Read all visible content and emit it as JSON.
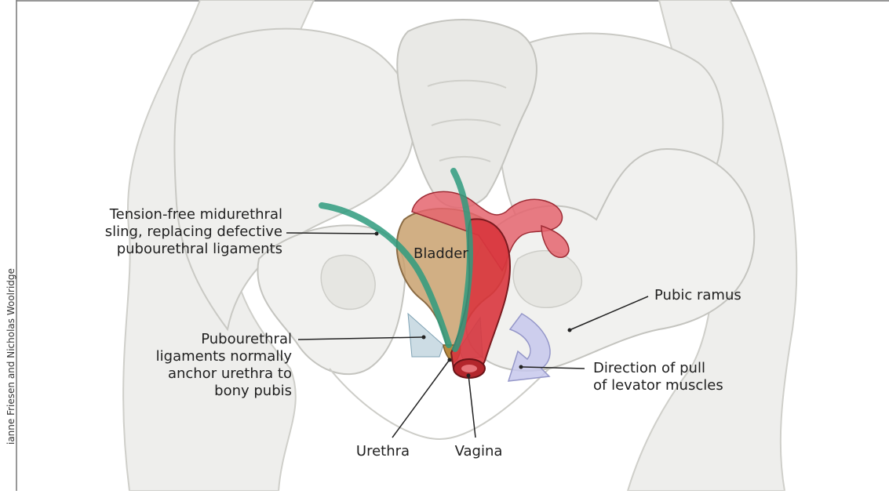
{
  "labels": {
    "sling": [
      "Tension-free midurethral",
      "sling, replacing defective",
      "pubourethral ligaments"
    ],
    "bladder": "Bladder",
    "ligaments": [
      "Pubourethral",
      "ligaments normally",
      "anchor urethra to",
      "bony pubis"
    ],
    "pubic_ramus": "Pubic ramus",
    "pull": [
      "Direction of pull",
      "of levator muscles"
    ],
    "urethra": "Urethra",
    "vagina": "Vagina"
  },
  "credit": "ianne Friesen and Nicholas Woolridge",
  "colors": {
    "bone": "#ececea",
    "bone_outline": "#c9c9c4",
    "bladder": "#c9a16e",
    "vagina": "#d9363e",
    "uterus": "#e5656f",
    "sling": "#2f9b7e",
    "ligament": "#8fb2c4",
    "arrow": "#c7c8ec"
  }
}
